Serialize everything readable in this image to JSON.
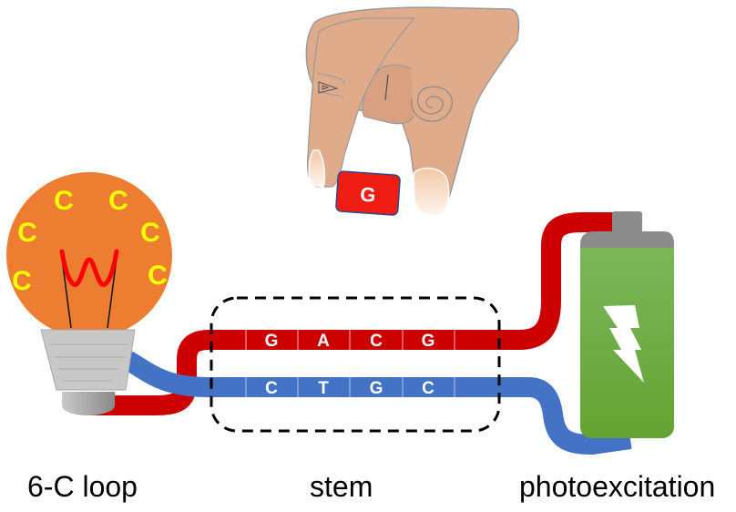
{
  "colors": {
    "bulb": "#ed7d31",
    "c_letters": "#ffff00",
    "filament": "#ff0000",
    "red_strand": "#cc0000",
    "blue_strand": "#4472c4",
    "battery_top": "#7cb65a",
    "battery_bottom": "#64a332",
    "battery_cap": "#8c8c8c",
    "skin": "#e0ab8b",
    "tile": "#ee1c13"
  },
  "bulb": {
    "c_letters": [
      "C",
      "C",
      "C",
      "C",
      "C",
      "C"
    ]
  },
  "tile": {
    "label": "G"
  },
  "stem": {
    "top_strand": [
      "G",
      "A",
      "C",
      "G"
    ],
    "bottom_strand": [
      "C",
      "T",
      "G",
      "C"
    ]
  },
  "labels": {
    "loop": "6-C loop",
    "stem": "stem",
    "photo": "photoexcitation"
  },
  "icons": {
    "battery": "battery-icon",
    "bolt": "lightning-bolt-icon",
    "bulb": "light-bulb-icon",
    "hand": "hand-icon"
  }
}
